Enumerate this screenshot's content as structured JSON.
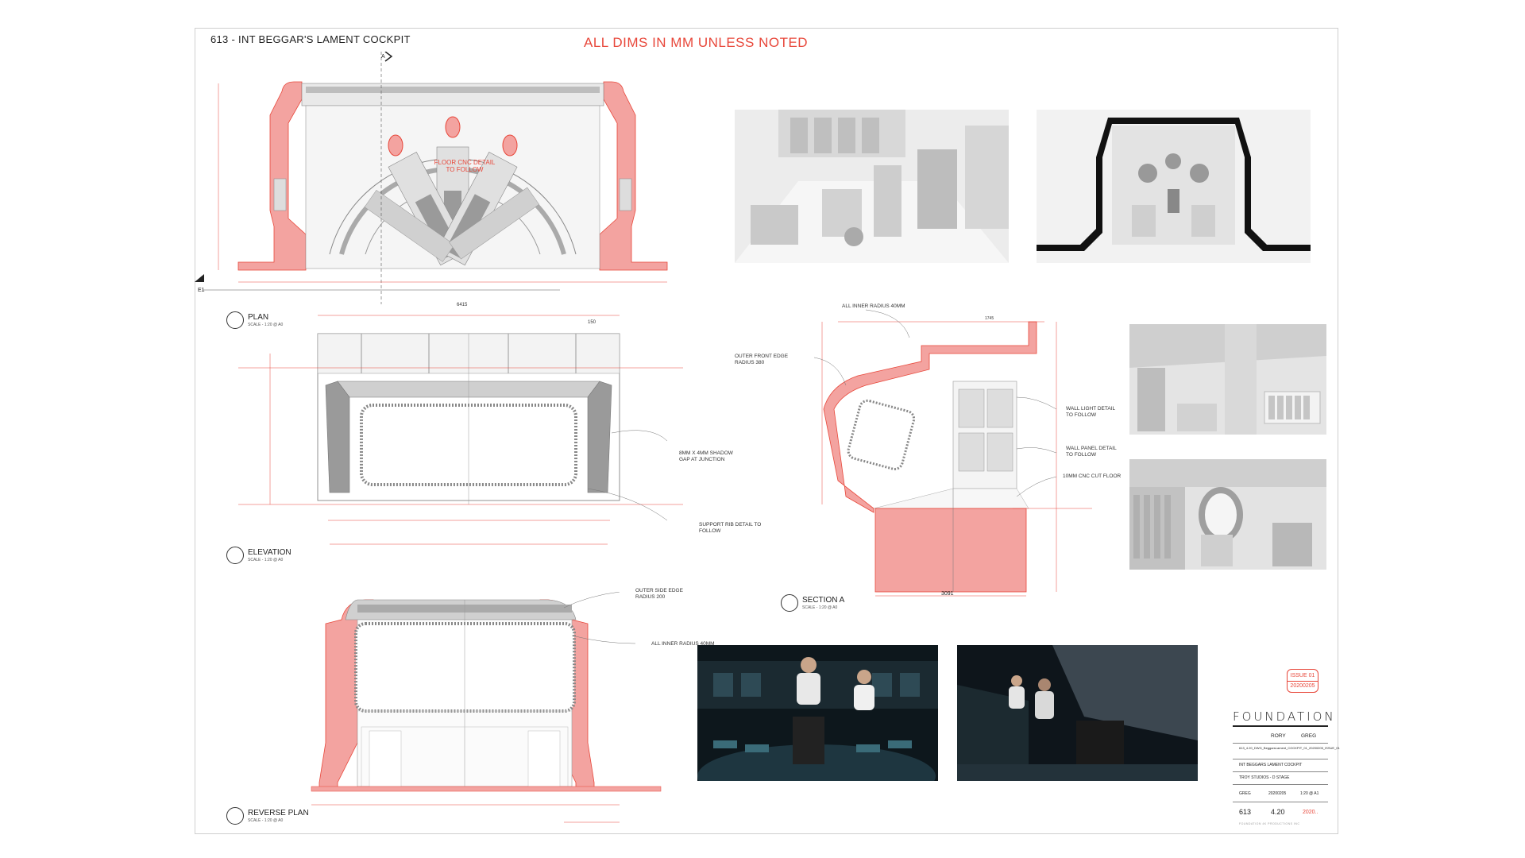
{
  "sheet": {
    "title": "613 - INT BEGGAR'S LAMENT COCKPIT",
    "dims_note": "ALL DIMS IN MM UNLESS NOTED",
    "accent_color": "#e8473a",
    "wall_color": "#f3a3a0"
  },
  "plan": {
    "label": "PLAN",
    "scale": "SCALE - 1:20 @ A0",
    "floor_note": "FLOOR CNC DETAIL TO FOLLOW",
    "overall_dim": "6415",
    "section_marker": "A",
    "elevation_marker": "E1"
  },
  "elevation": {
    "label": "ELEVATION",
    "scale": "SCALE - 1:20 @ A0",
    "top_dim": "150",
    "note_shadow_gap": "8MM X 4MM SHADOW GAP AT JUNCTION",
    "note_support_rib": "SUPPORT RIB DETAIL TO FOLLOW"
  },
  "reverse_plan": {
    "label": "REVERSE PLAN",
    "scale": "SCALE - 1:20 @ A0",
    "note_outer_side": "OUTER SIDE EDGE RADIUS 200",
    "note_inner_radius": "ALL INNER RADIUS 40MM"
  },
  "section_a": {
    "label": "SECTION A",
    "scale": "SCALE - 1:20 @ A0",
    "note_inner_radius": "ALL INNER RADIUS 40MM",
    "note_outer_front": "OUTER FRONT EDGE RADIUS 380",
    "note_wall_light": "WALL LIGHT DETAIL TO FOLLOW",
    "note_wall_panel": "WALL PANEL DETAIL TO FOLLOW",
    "note_cnc_floor": "10MM CNC CUT FLOOR",
    "bottom_dim": "3091",
    "top_dim": "1745"
  },
  "issue": {
    "issue": "ISSUE 01",
    "date": "20200205"
  },
  "title_block": {
    "logo": "FOUNDATION",
    "drawn_by": "RORY",
    "checked": "GREG",
    "file_name": "613_4.20_DWG_BeggarsLament_COCKPIT_01_20200205_ISSUE_01",
    "drawing_title": "INT BEGGARS LAMENT COCKPIT",
    "location": "TROY STUDIOS - D STAGE",
    "designer": "GREG",
    "date": "20200205",
    "scale": "1:20 @ A1",
    "set_no": "613",
    "sheet_no": "4.20",
    "print_date": "2020..",
    "footer": "FOUNDATION 4K PRODUCTIONS INC"
  }
}
